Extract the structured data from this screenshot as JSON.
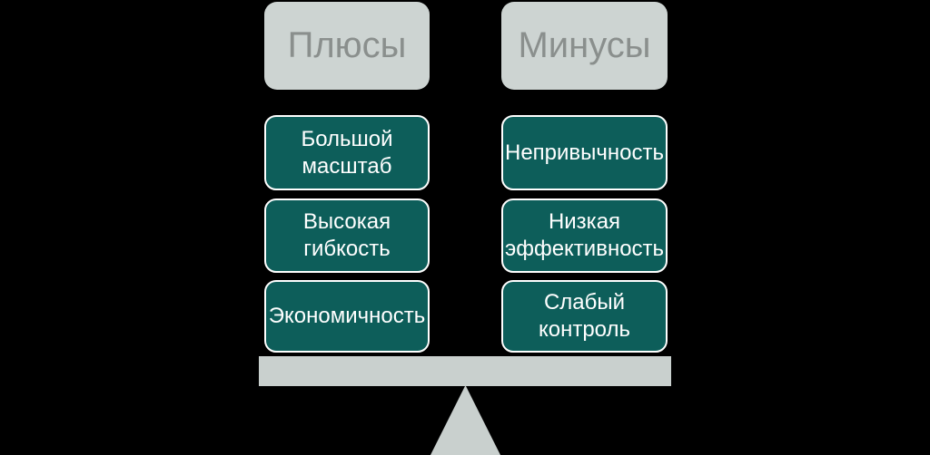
{
  "colors": {
    "background": "#000000",
    "header_bg": "#cdd4d2",
    "header_text": "#8a8f8d",
    "item_bg": "#0d5e5a",
    "item_border": "#ffffff",
    "item_text": "#ffffff",
    "beam": "#c9d0ce"
  },
  "diagram": {
    "type": "balance-pros-cons",
    "columns": [
      {
        "header": "Плюсы",
        "items": [
          {
            "text": "Большой\nмасштаб"
          },
          {
            "text": "Высокая\nгибкость"
          },
          {
            "text": "Экономичность"
          }
        ]
      },
      {
        "header": "Минусы",
        "items": [
          {
            "text": "Непривычность"
          },
          {
            "text": "Низкая\nэффективность"
          },
          {
            "text": "Слабый\nконтроль"
          }
        ]
      }
    ]
  }
}
